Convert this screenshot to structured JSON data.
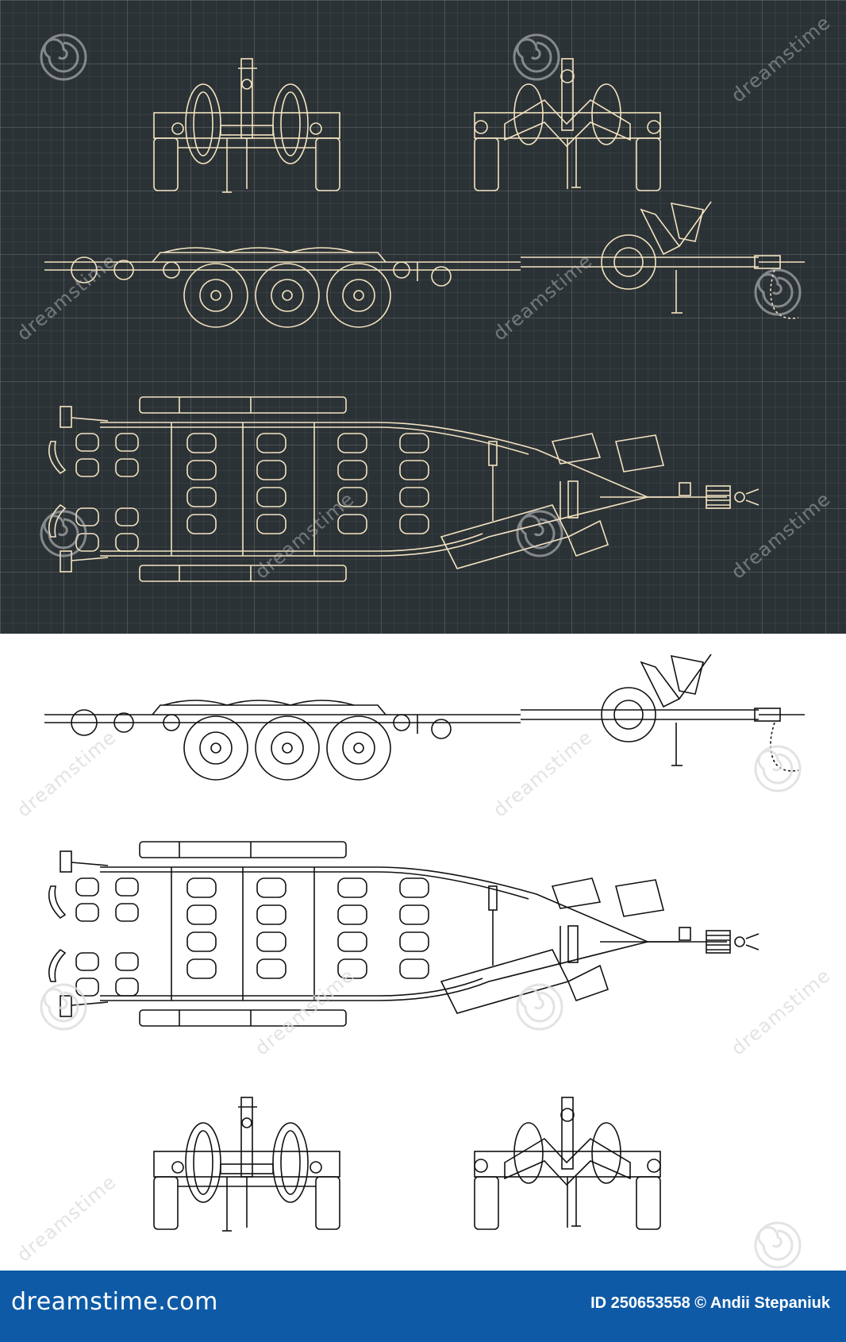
{
  "watermark": {
    "text": "dreamstime"
  },
  "colors": {
    "dark_bg": "#2b3236",
    "line_beige": "#f3e3c0",
    "line_black": "#111111",
    "footer_bg": "#0e5aa7"
  },
  "footer": {
    "brand": "dreamstime.com",
    "id_label": "ID 250653558",
    "copyright": "©",
    "author": "Andii Stepaniuk"
  }
}
